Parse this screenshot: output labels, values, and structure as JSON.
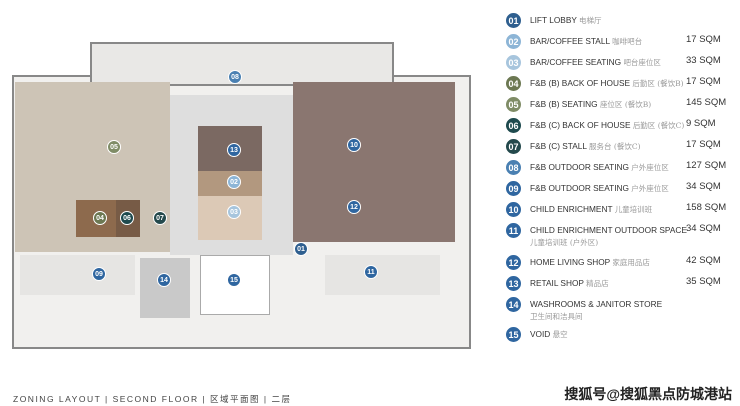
{
  "legend": [
    {
      "num": "01",
      "en": "LIFT LOBBY",
      "cn": "电梯厅",
      "area": "",
      "color": "#2f5f8f"
    },
    {
      "num": "02",
      "en": "BAR/COFFEE STALL",
      "cn": "咖啡吧台",
      "area": "17 SQM",
      "color": "#8db5d6"
    },
    {
      "num": "03",
      "en": "BAR/COFFEE SEATING",
      "cn": "吧台座位区",
      "area": "33 SQM",
      "color": "#a7c5dd"
    },
    {
      "num": "04",
      "en": "F&B (B) BACK OF HOUSE",
      "cn": "后勤区 (餐饮B)",
      "area": "17 SQM",
      "color": "#6c7852"
    },
    {
      "num": "05",
      "en": "F&B (B) SEATING",
      "cn": "座位区 (餐饮B)",
      "area": "145 SQM",
      "color": "#7f8c66"
    },
    {
      "num": "06",
      "en": "F&B (C) BACK OF HOUSE",
      "cn": "后勤区 (餐饮C)",
      "area": "9 SQM",
      "color": "#1e4a4e"
    },
    {
      "num": "07",
      "en": "F&B (C) STALL",
      "cn": "服务台 (餐饮C)",
      "area": "17 SQM",
      "color": "#24494c"
    },
    {
      "num": "08",
      "en": "F&B OUTDOOR SEATING",
      "cn": "户外座位区",
      "area": "127 SQM",
      "color": "#4a80b2"
    },
    {
      "num": "09",
      "en": "F&B OUTDOOR SEATING",
      "cn": "户外座位区",
      "area": "34 SQM",
      "color": "#2f66a0"
    },
    {
      "num": "10",
      "en": "CHILD ENRICHMENT",
      "cn": "儿童培训班",
      "area": "158 SQM",
      "color": "#2f66a0"
    },
    {
      "num": "11",
      "en": "CHILD ENRICHMENT OUTDOOR SPACE",
      "cn": "儿童培训班 (户外区)",
      "area": "34 SQM",
      "color": "#2f66a0"
    },
    {
      "num": "12",
      "en": "HOME LIVING SHOP",
      "cn": "家庭用品店",
      "area": "42 SQM",
      "color": "#2f66a0"
    },
    {
      "num": "13",
      "en": "RETAIL SHOP",
      "cn": "精品店",
      "area": "35 SQM",
      "color": "#2f66a0"
    },
    {
      "num": "14",
      "en": "WASHROOMS & JANITOR STORE",
      "cn": "卫生间和洁具间",
      "area": "",
      "color": "#2f66a0"
    },
    {
      "num": "15",
      "en": "VOID",
      "cn": "悬空",
      "area": "",
      "color": "#2f66a0"
    }
  ],
  "footer": "ZONING LAYOUT | SECOND FLOOR | 区域平面图 | 二层",
  "watermark": "搜狐号@搜狐黑点防城港站"
}
